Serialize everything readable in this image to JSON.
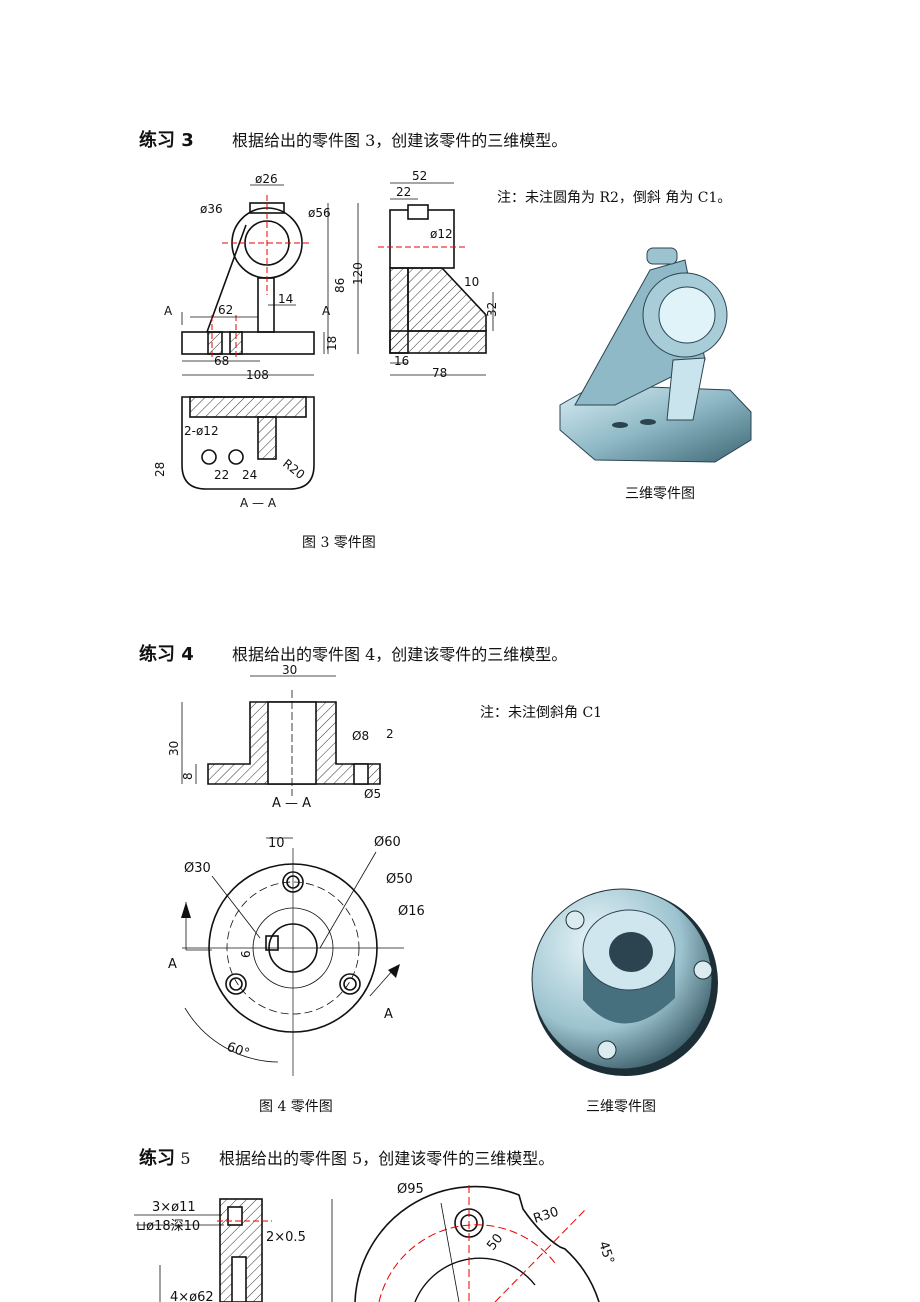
{
  "exercise3": {
    "label": "练习 3",
    "text": "根据给出的零件图 3，创建该零件的三维模型。",
    "note": "注：未注圆角为 R2，倒斜 角为 C1。",
    "caption_fig": "图 3  零件图",
    "caption_3d": "三维零件图",
    "dims": {
      "d26": "ø26",
      "d36": "ø36",
      "d56": "ø56",
      "d52": "52",
      "d22": "22",
      "d12": "ø12",
      "d120": "120",
      "d86": "86",
      "d10": "10",
      "d32": "32",
      "d62": "62",
      "d14": "14",
      "d18": "18",
      "d68": "68",
      "d108": "108",
      "d16": "16",
      "d78": "78",
      "d2x12": "2-ø12",
      "d28": "28",
      "d22b": "22",
      "d24": "24",
      "r20": "R20",
      "secA": "A",
      "secA2": "A",
      "secAA": "A — A"
    }
  },
  "exercise4": {
    "label": "练习 4",
    "text": "根据给出的零件图 4，创建该零件的三维模型。",
    "note": "注：未注倒斜角 C1",
    "caption_fig": "图 4  零件图",
    "caption_3d": "三维零件图",
    "dims": {
      "d30w": "30",
      "d30h": "30",
      "d8": "8",
      "d8d": "Ø8",
      "d2": "2",
      "d5": "Ø5",
      "secAA": "A — A",
      "d10": "10",
      "d60": "Ø60",
      "d30": "Ø30",
      "d50": "Ø50",
      "d16": "Ø16",
      "d6": "6",
      "secA1": "A",
      "secA2": "A",
      "a60": "60°"
    }
  },
  "exercise5": {
    "label": "练习",
    "num": "5",
    "text": "根据给出的零件图 5，创建该零件的三维模型。",
    "dims": {
      "holes": "3×ø11",
      "cbore": "⊔ø18深10",
      "chamfer": "2×0.5",
      "d4x62": "4×ø62",
      "d95": "Ø95",
      "r30": "R30",
      "d50": "50",
      "a45": "45°"
    }
  }
}
